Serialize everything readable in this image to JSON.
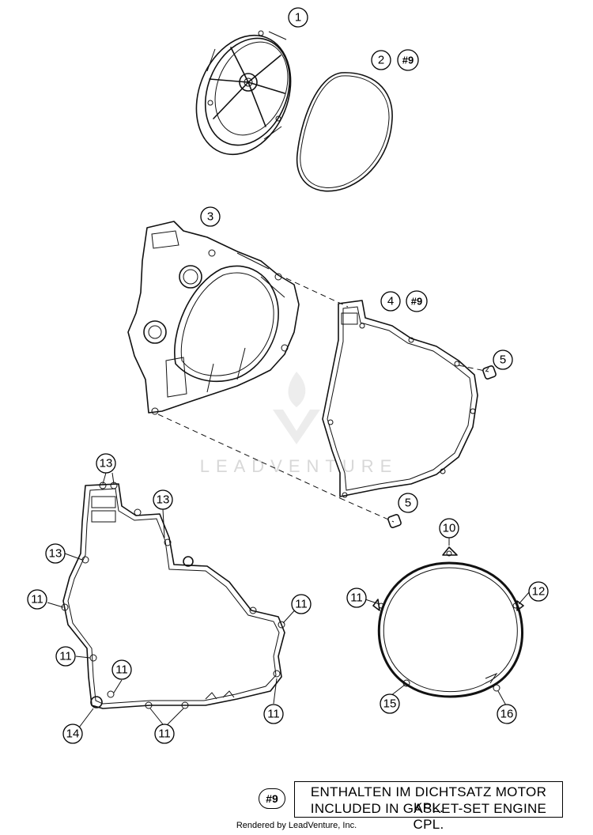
{
  "watermark": {
    "text": "LEADVENTURE"
  },
  "callouts": {
    "c1": "1",
    "c2": "2",
    "c2ref": "#9",
    "c3": "3",
    "c4": "4",
    "c4ref": "#9",
    "c5a": "5",
    "c5b": "5",
    "c13a": "13",
    "c13b": "13",
    "c13c": "13",
    "c11a": "11",
    "c11b": "11",
    "c11c": "11",
    "c11d": "11",
    "c11e": "11",
    "c11f": "11",
    "c14": "14",
    "c10": "10",
    "c11g": "11",
    "c12": "12",
    "c15": "15",
    "c16": "16"
  },
  "legend": {
    "ref": "#9",
    "line1": "ENTHALTEN IM DICHTSATZ MOTOR KPL.",
    "line2": "INCLUDED IN GASKET-SET ENGINE CPL."
  },
  "credit": "Rendered by LeadVenture, Inc."
}
